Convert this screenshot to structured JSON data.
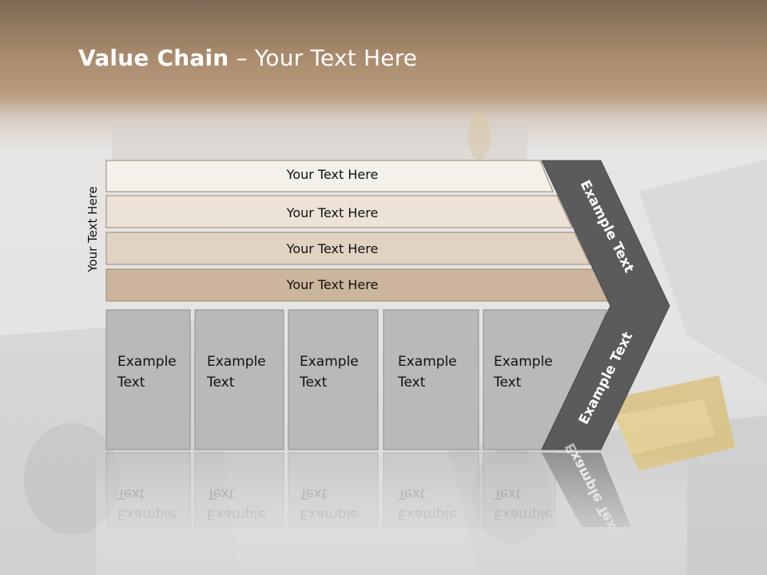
{
  "title": {
    "bold": "Value Chain",
    "rest": " – Your Text Here"
  },
  "vertical_label": "Your Text Here",
  "bars": [
    {
      "label": "Your Text Here",
      "fill": "#f4f0ea"
    },
    {
      "label": "Your Text Here",
      "fill": "#ece2d7"
    },
    {
      "label": "Your Text Here",
      "fill": "#e1d3c2"
    },
    {
      "label": "Your Text Here",
      "fill": "#cbb59c"
    }
  ],
  "boxes": [
    {
      "line1": "Example",
      "line2": "Text"
    },
    {
      "line1": "Example",
      "line2": "Text"
    },
    {
      "line1": "Example",
      "line2": "Text"
    },
    {
      "line1": "Example",
      "line2": "Text"
    },
    {
      "line1": "Example",
      "line2": "Text"
    }
  ],
  "chevron": {
    "upper_label": "Example Text",
    "lower_label": "Example Text",
    "fill": "#5b5b5b"
  },
  "colors": {
    "box_fill": "#b9b9b9",
    "box_stroke": "#8f8f8f",
    "bar_stroke": "#9a8672",
    "title": "#ffffff"
  }
}
